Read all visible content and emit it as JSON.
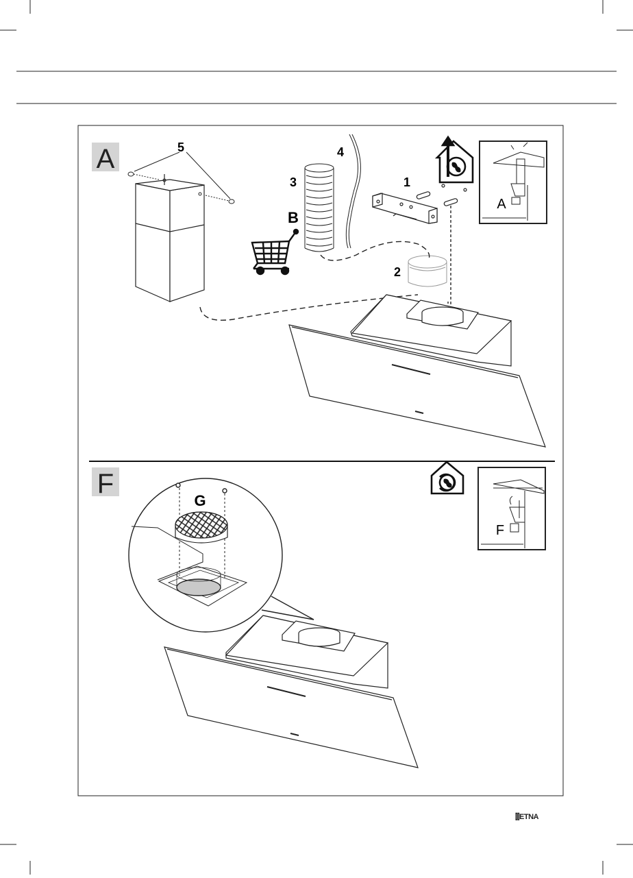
{
  "page": {
    "brand": "ETNA"
  },
  "section_a": {
    "letter": "A",
    "parts": {
      "p1": "1",
      "p2": "2",
      "p3": "3",
      "p4": "4",
      "p5": "5"
    },
    "optional_label": "B",
    "inset_label": "A",
    "icons": [
      "shopping-cart-icon",
      "ducted-extraction-icon"
    ]
  },
  "section_f": {
    "letter": "F",
    "filter_label": "G",
    "inset_label": "F",
    "icons": [
      "recirculation-icon"
    ]
  },
  "colors": {
    "line": "#111111",
    "section_letter_bg": "#d4d4d4",
    "filter_fill": "#c9c9c9"
  }
}
